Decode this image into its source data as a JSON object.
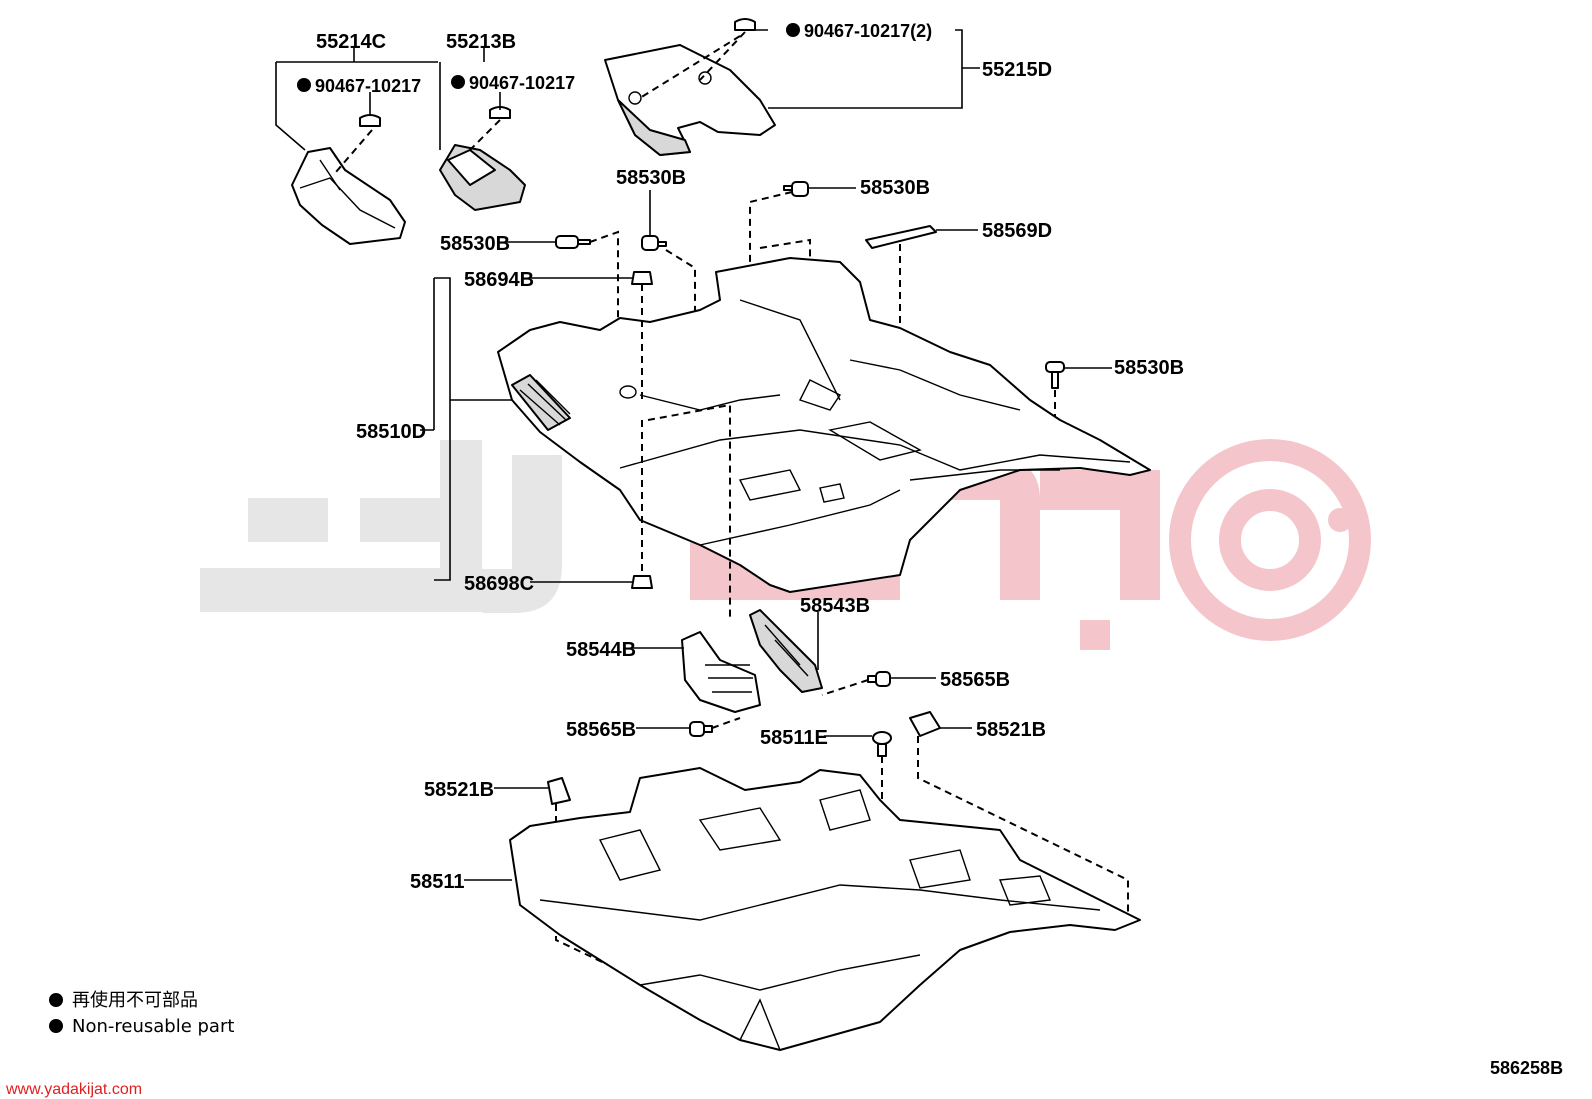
{
  "labels": {
    "p55214C": "55214C",
    "p55213B": "55213B",
    "p90467a": "90467-10217",
    "p90467b": "90467-10217",
    "p90467c": "90467-10217(2)",
    "p55215D": "55215D",
    "p58530B_a": "58530B",
    "p58530B_b": "58530B",
    "p58530B_c": "58530B",
    "p58530B_d": "58530B",
    "p58569D": "58569D",
    "p58694B": "58694B",
    "p58510D": "58510D",
    "p58698C": "58698C",
    "p58543B": "58543B",
    "p58544B": "58544B",
    "p58565B_a": "58565B",
    "p58565B_b": "58565B",
    "p58511E": "58511E",
    "p58521B_a": "58521B",
    "p58521B_b": "58521B",
    "p58511": "58511"
  },
  "legend": {
    "line1": "再使用不可部品",
    "line2": "Non-reusable part"
  },
  "footer": {
    "website": "www.yadakijat.com",
    "diagram_code": "586258B"
  },
  "colors": {
    "watermark_gray": "#e6e6e6",
    "watermark_red": "#f4c6cb",
    "footer_link": "#e02020"
  }
}
